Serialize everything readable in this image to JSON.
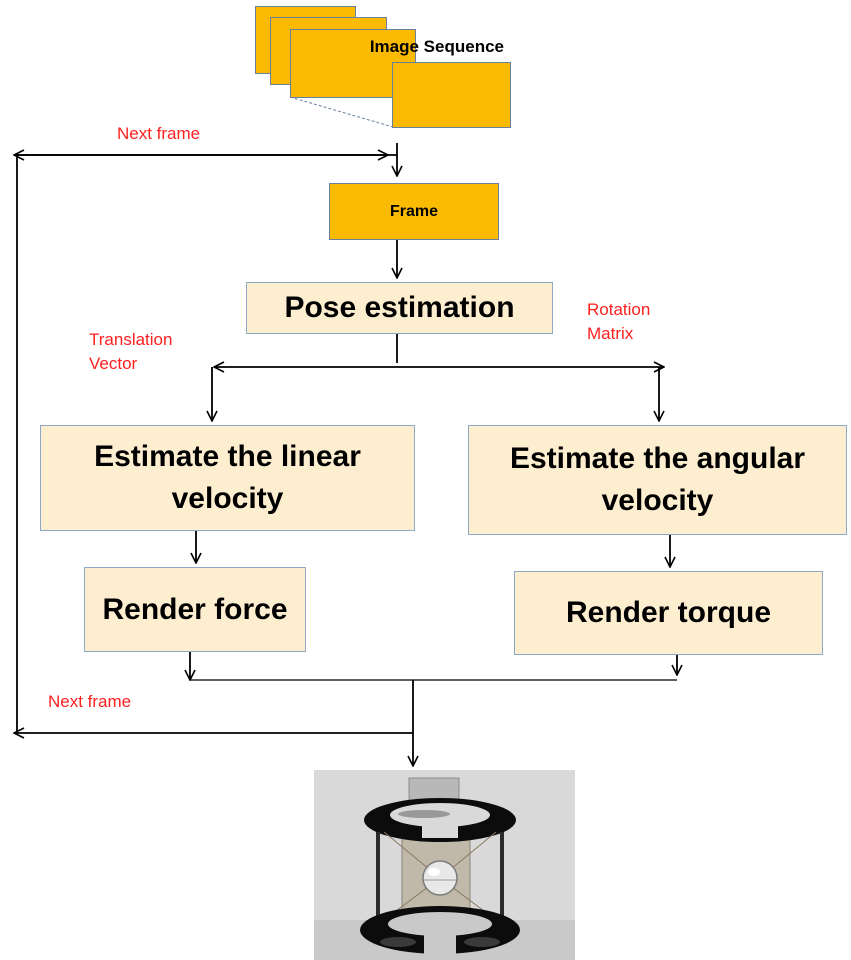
{
  "image_sequence_label": "Image Sequence",
  "frame_label": "Frame",
  "pose_label": "Pose estimation",
  "linear_label": "Estimate the linear velocity",
  "angular_label": "Estimate the angular velocity",
  "force_label": "Render force",
  "torque_label": "Render torque",
  "next_frame_top": "Next frame",
  "next_frame_bottom": "Next frame",
  "translation_label": "Translation Vector",
  "rotation_label": "Rotation Matrix",
  "colors": {
    "cream_fill": "#fdeed0",
    "gold_fill": "#fbbb02",
    "annotation_text": "#ff2020",
    "box_border": "#8ea9c8"
  }
}
